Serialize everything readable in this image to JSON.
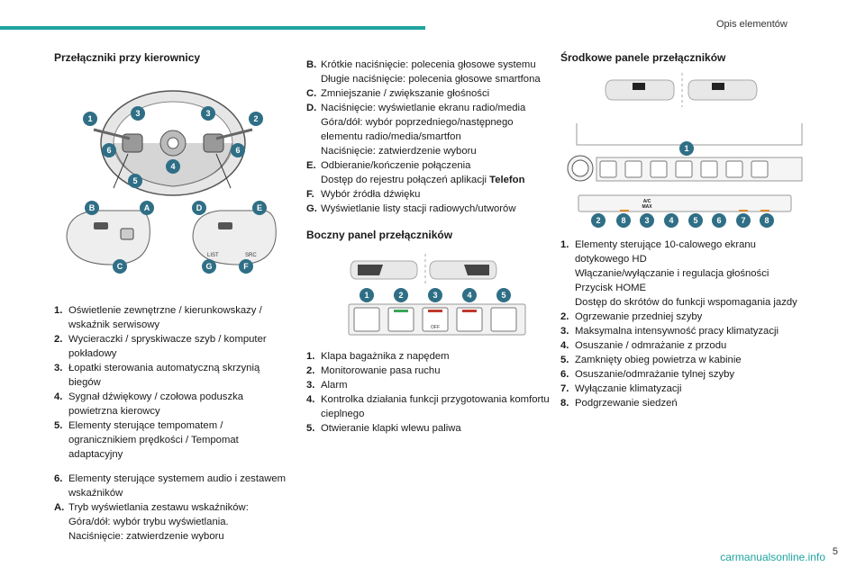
{
  "header": {
    "title": "Opis elementów"
  },
  "page_number": "5",
  "footer": "carmanualsonline.info",
  "col1": {
    "heading": "Przełączniki przy kierownicy",
    "items": [
      {
        "k": "1.",
        "t": "Oświetlenie zewnętrzne / kierunkowskazy / wskaźnik serwisowy"
      },
      {
        "k": "2.",
        "t": "Wycieraczki / spryskiwacze szyb / komputer pokładowy"
      },
      {
        "k": "3.",
        "t": "Łopatki sterowania automatyczną skrzynią biegów"
      },
      {
        "k": "4.",
        "t": "Sygnał dźwiękowy / czołowa poduszka powietrzna kierowcy"
      },
      {
        "k": "5.",
        "t": "Elementy sterujące tempomatem / ogranicznikiem prędkości / Tempomat adaptacyjny"
      }
    ],
    "items2": [
      {
        "k": "6.",
        "t": "Elementy sterujące systemem audio i zestawem wskaźników"
      },
      {
        "k": "A.",
        "t": "Tryb wyświetlania zestawu wskaźników:\nGóra/dół: wybór trybu wyświetlania.\nNaciśnięcie: zatwierdzenie wyboru"
      }
    ],
    "wheel_labels": {
      "list": "LIST",
      "src": "SRC"
    },
    "callouts": [
      "1",
      "2",
      "3",
      "3",
      "6",
      "6",
      "4",
      "5",
      "B",
      "A",
      "D",
      "E",
      "C",
      "G",
      "F"
    ]
  },
  "col2": {
    "items": [
      {
        "k": "B.",
        "t": "Krótkie naciśnięcie: polecenia głosowe systemu\nDługie naciśnięcie: polecenia głosowe smartfona"
      },
      {
        "k": "C.",
        "t": "Zmniejszanie / zwiększanie głośności"
      },
      {
        "k": "D.",
        "t": "Naciśnięcie: wyświetlanie ekranu radio/media\nGóra/dół: wybór poprzedniego/następnego elementu radio/media/smartfon\nNaciśnięcie: zatwierdzenie wyboru"
      },
      {
        "k": "E.",
        "t": "Odbieranie/kończenie połączenia",
        "extra": "Dostęp do rejestru połączeń aplikacji ",
        "bold": "Telefon"
      },
      {
        "k": "F.",
        "t": "Wybór źródła dźwięku"
      },
      {
        "k": "G.",
        "t": "Wyświetlanie listy stacji radiowych/utworów"
      }
    ],
    "side_heading": "Boczny panel przełączników",
    "side_callouts": [
      "1",
      "2",
      "3",
      "4",
      "5"
    ],
    "side_labels": {
      "off": "OFF"
    },
    "side_items": [
      {
        "k": "1.",
        "t": "Klapa bagażnika z napędem"
      },
      {
        "k": "2.",
        "t": "Monitorowanie pasa ruchu"
      },
      {
        "k": "3.",
        "t": "Alarm"
      },
      {
        "k": "4.",
        "t": "Kontrolka działania funkcji przygotowania komfortu cieplnego"
      },
      {
        "k": "5.",
        "t": "Otwieranie klapki wlewu paliwa"
      }
    ]
  },
  "col3": {
    "heading": "Środkowe panele przełączników",
    "callouts": [
      "1",
      "2",
      "8",
      "3",
      "4",
      "5",
      "6",
      "7",
      "8"
    ],
    "ac_label": {
      "top": "A/C",
      "bottom": "MAX"
    },
    "items": [
      {
        "k": "1.",
        "t": "Elementy sterujące 10-calowego ekranu dotykowego HD\nWłączanie/wyłączanie i regulacja głośności\nPrzycisk HOME\nDostęp do skrótów do funkcji wspomagania jazdy"
      },
      {
        "k": "2.",
        "t": "Ogrzewanie przedniej szyby"
      },
      {
        "k": "3.",
        "t": "Maksymalna intensywność pracy klimatyzacji"
      },
      {
        "k": "4.",
        "t": "Osuszanie / odmrażanie z przodu"
      },
      {
        "k": "5.",
        "t": "Zamknięty obieg powietrza w kabinie"
      },
      {
        "k": "6.",
        "t": "Osuszanie/odmrażanie tylnej szyby"
      },
      {
        "k": "7.",
        "t": "Wyłączanie klimatyzacji"
      },
      {
        "k": "8.",
        "t": "Podgrzewanie siedzeń"
      }
    ]
  },
  "colors": {
    "accent": "#1fa3a0",
    "callout": "#2f6f86",
    "green": "#3aa655",
    "red": "#c0392b",
    "orange": "#e08a2a"
  }
}
